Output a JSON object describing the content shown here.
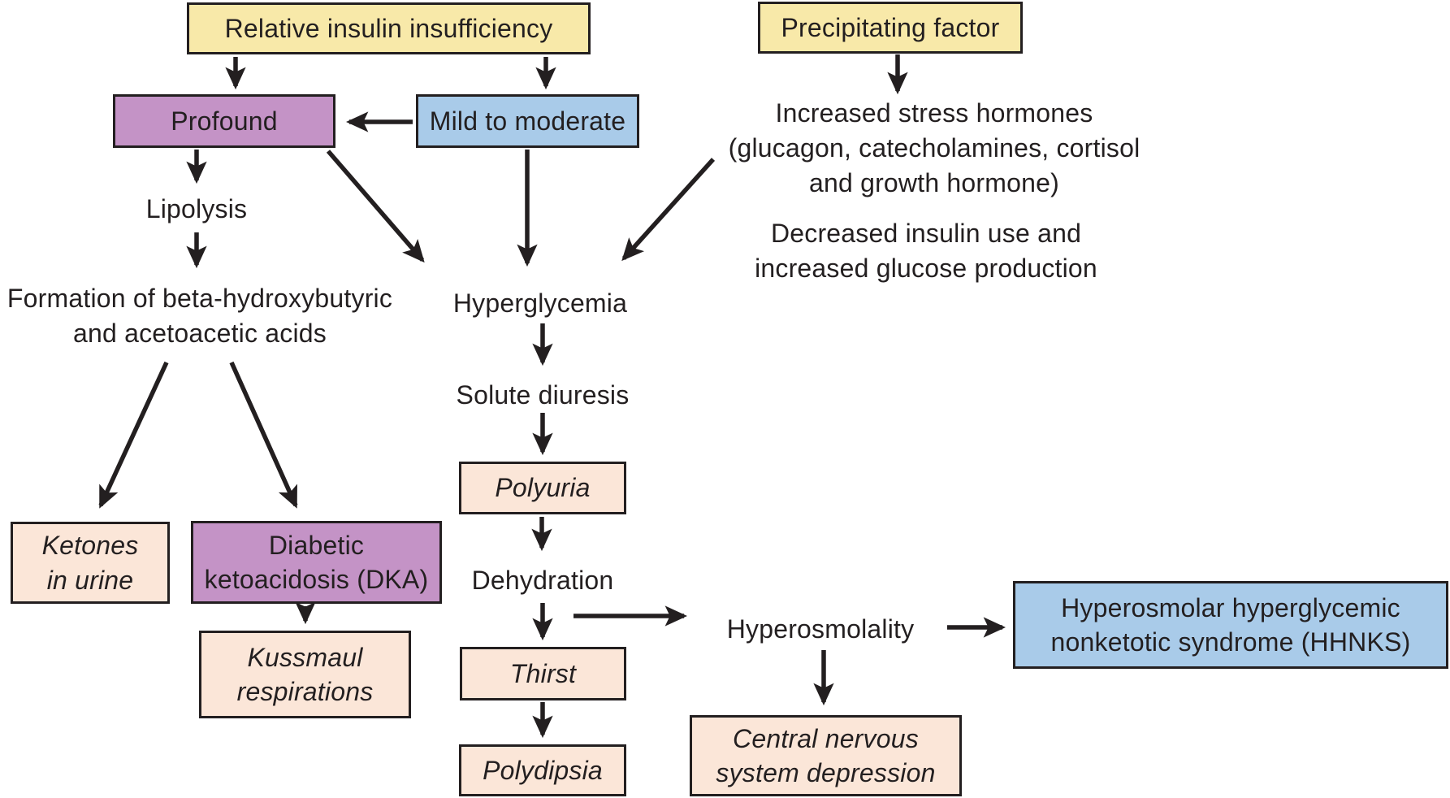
{
  "colors": {
    "yellow": "#F8E9A9",
    "purple": "#C493C6",
    "blue": "#A9CBE9",
    "pink": "#FBE6D8",
    "line": "#231F20",
    "text": "#231F20"
  },
  "nodes": {
    "relative_insulin": "Relative insulin insufficiency",
    "precipitating_factor": "Precipitating factor",
    "profound": "Profound",
    "mild_moderate": "Mild to moderate",
    "polyuria": "Polyuria",
    "ketones_in_urine": "Ketones\nin urine",
    "dka": "Diabetic\nketoacidosis (DKA)",
    "kussmaul": "Kussmaul\nrespirations",
    "thirst": "Thirst",
    "polydipsia": "Polydipsia",
    "hhnks": "Hyperosmolar hyperglycemic\nnonketotic syndrome (HHNKS)",
    "cns_depression": "Central nervous\nsystem depression"
  },
  "labels": {
    "increased_stress": "Increased stress hormones\n(glucagon, catecholamines, cortisol\nand growth hormone)",
    "decreased_insulin": "Decreased insulin use and\nincreased glucose production",
    "lipolysis": "Lipolysis",
    "formation": "Formation of beta-hydroxybutyric\nand acetoacetic acids",
    "hyperglycemia": "Hyperglycemia",
    "solute_diuresis": "Solute diuresis",
    "dehydration": "Dehydration",
    "hyperosmolality": "Hyperosmolality"
  }
}
